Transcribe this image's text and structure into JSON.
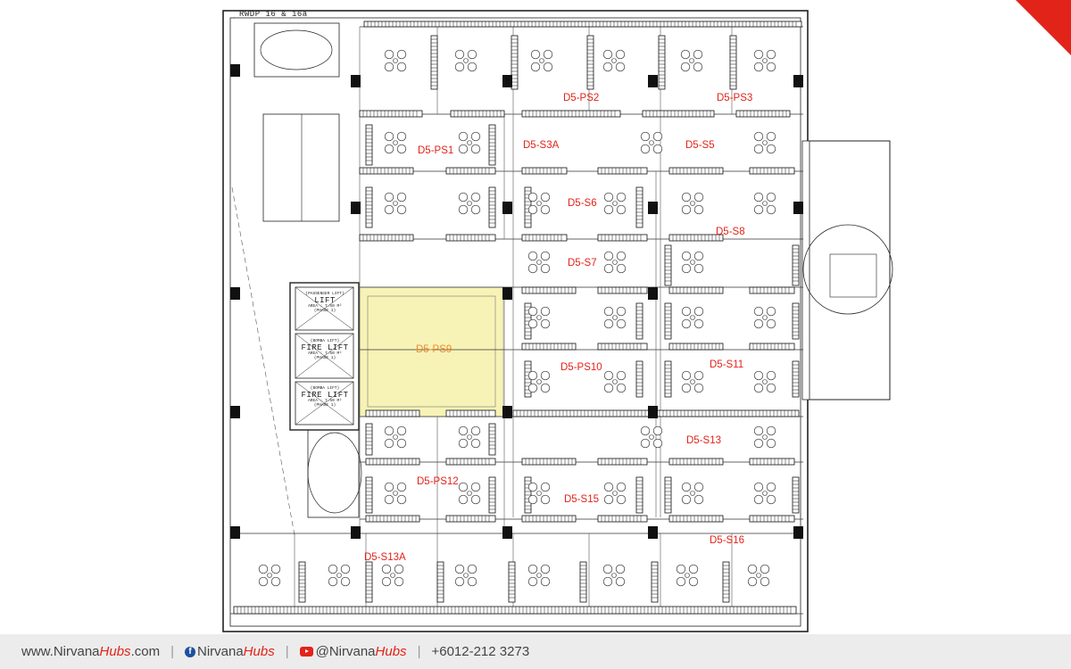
{
  "plan": {
    "tag": "RWDP 16 & 16a",
    "rooms": [
      {
        "label": "D5-PS1"
      },
      {
        "label": "D5-PS2"
      },
      {
        "label": "D5-PS3"
      },
      {
        "label": "D5-S3A"
      },
      {
        "label": "D5-S5"
      },
      {
        "label": "D5-S6"
      },
      {
        "label": "D5-S7"
      },
      {
        "label": "D5-S8"
      },
      {
        "label": "D5-PS9"
      },
      {
        "label": "D5-PS10"
      },
      {
        "label": "D5-S11"
      },
      {
        "label": "D5-PS12"
      },
      {
        "label": "D5-S13"
      },
      {
        "label": "D5-S13A"
      },
      {
        "label": "D5-S15"
      },
      {
        "label": "D5-S16"
      }
    ],
    "highlighted_room": "D5-PS9",
    "highlight_color": "#f7f3b6",
    "label_color": "#e2231a",
    "highlight_label_color": "#f08b2b",
    "lifts": [
      {
        "type": "(PASSENGER LIFT)",
        "title": "LIFT",
        "area": "AREA : 7.50 M²",
        "phase": "(PHASE 1)"
      },
      {
        "type": "(BOMBA LIFT)",
        "title": "FIRE LIFT",
        "area": "AREA : 7.50 M²",
        "phase": "(PHASE 1)"
      },
      {
        "type": "(BOMBA LIFT)",
        "title": "FIRE LIFT",
        "area": "AREA : 7.50 M²",
        "phase": "(PHASE 1)"
      }
    ]
  },
  "footer": {
    "website_prefix": "www.Nirvana",
    "website_brand": "Hubs",
    "website_suffix": ".com",
    "facebook_prefix": "Nirvana",
    "facebook_brand": "Hubs",
    "youtube_prefix": "@Nirvana",
    "youtube_brand": "Hubs",
    "phone": "+6012-212 3273",
    "accent_color": "#e2231a"
  }
}
